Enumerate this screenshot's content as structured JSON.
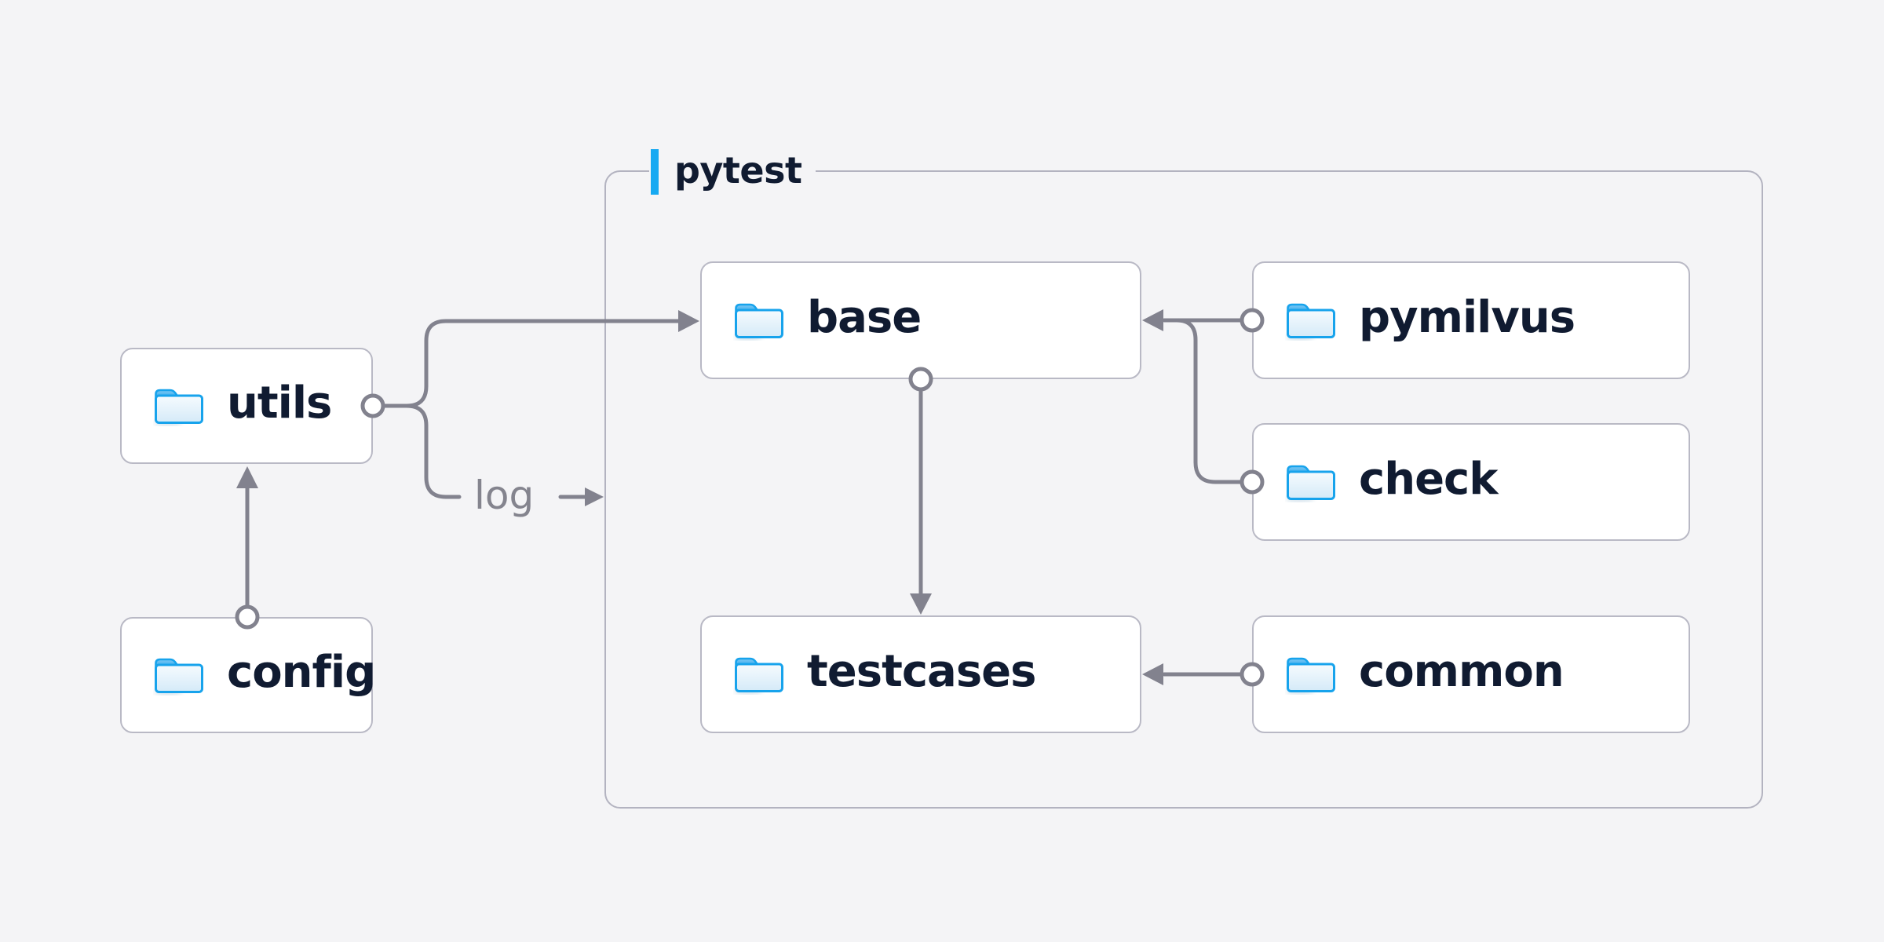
{
  "diagram": {
    "group": {
      "label": "pytest"
    },
    "nodes": [
      {
        "id": "utils",
        "label": "utils",
        "icon": "folder-icon"
      },
      {
        "id": "config",
        "label": "config",
        "icon": "folder-icon"
      },
      {
        "id": "base",
        "label": "base",
        "icon": "folder-icon"
      },
      {
        "id": "pymilvus",
        "label": "pymilvus",
        "icon": "folder-icon"
      },
      {
        "id": "check",
        "label": "check",
        "icon": "folder-icon"
      },
      {
        "id": "testcases",
        "label": "testcases",
        "icon": "folder-icon"
      },
      {
        "id": "common",
        "label": "common",
        "icon": "folder-icon"
      }
    ],
    "edges": [
      {
        "from": "config",
        "to": "utils",
        "label": ""
      },
      {
        "from": "utils",
        "to": "base",
        "label": ""
      },
      {
        "from": "utils",
        "to": "pytest",
        "label": "log"
      },
      {
        "from": "base",
        "to": "testcases",
        "label": ""
      },
      {
        "from": "pymilvus",
        "to": "base",
        "label": ""
      },
      {
        "from": "check",
        "to": "base",
        "label": ""
      },
      {
        "from": "common",
        "to": "testcases",
        "label": ""
      }
    ],
    "theme": {
      "background": "#f4f4f6",
      "node_fill": "#ffffff",
      "node_border": "#b9b9c5",
      "group_border": "#b3b3c0",
      "text": "#101b31",
      "wire": "#82828e",
      "muted_label": "#84848e",
      "accent_blue": "#16a9f2",
      "folder_stroke": "#17a3ec",
      "folder_tab_light": "#7cc8f3",
      "folder_tab_dark": "#38abee",
      "folder_body_light": "#f6fbfe",
      "folder_body_dark": "#d4eaf8"
    }
  }
}
